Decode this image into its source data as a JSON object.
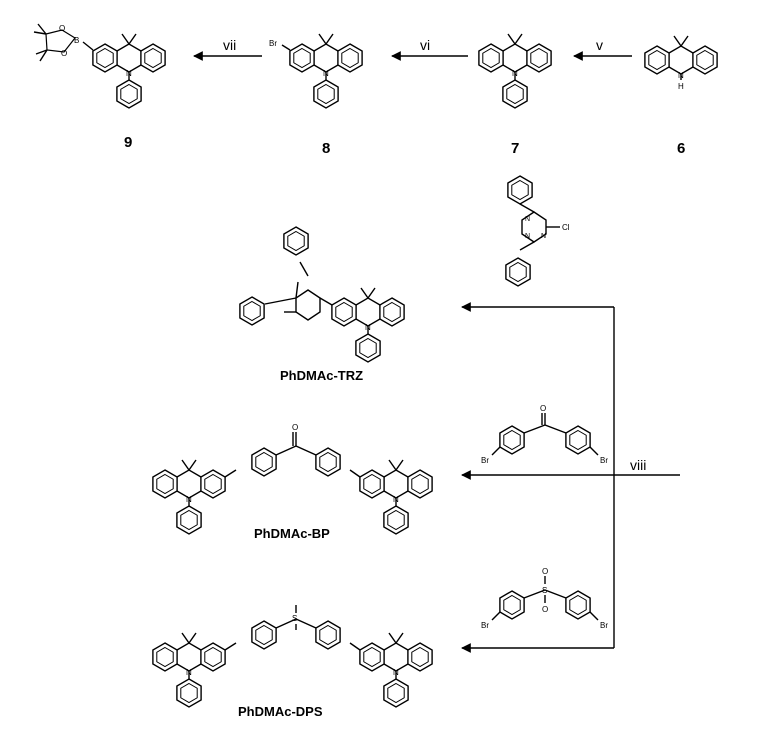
{
  "compounds": {
    "c6": "6",
    "c7": "7",
    "c8": "8",
    "c9": "9"
  },
  "reagents": {
    "step_v": "v",
    "step_vi": "vi",
    "step_vii": "vii",
    "step_viii": "viii"
  },
  "atoms": {
    "N": "N",
    "H": "H",
    "Br": "Br",
    "B": "B",
    "O": "O",
    "Cl": "Cl",
    "S": "S"
  },
  "products": {
    "trz": "PhDMAc-TRZ",
    "bp": "PhDMAc-BP",
    "dps": "PhDMAc-DPS"
  },
  "colors": {
    "ink": "#000000",
    "background": "#ffffff"
  }
}
